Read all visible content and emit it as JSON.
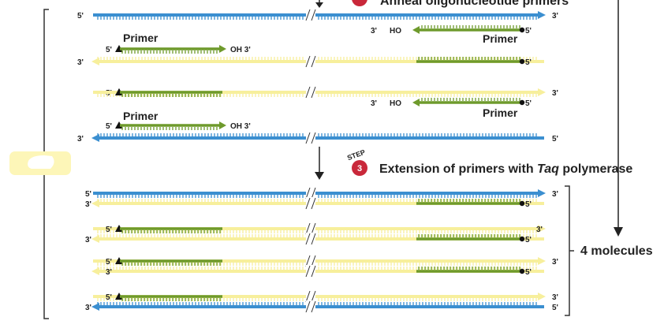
{
  "step2": {
    "title": "Anneal oligonucleotide primers"
  },
  "step3": {
    "step_word": "STEP",
    "number": "3",
    "title_pre": "Extension of primers with ",
    "title_em": "Taq",
    "title_post": " polymerase"
  },
  "labels": {
    "five_prime": "5'",
    "three_prime": "3'",
    "primer": "Primer",
    "oh3": "OH 3'",
    "ho": "HO"
  },
  "result": {
    "label": "4 molecules"
  },
  "colors": {
    "blue": "#3b8fd0",
    "yellow": "#f7ef9c",
    "green": "#6e9a2c",
    "red": "#c9283a",
    "dark": "#222222"
  }
}
